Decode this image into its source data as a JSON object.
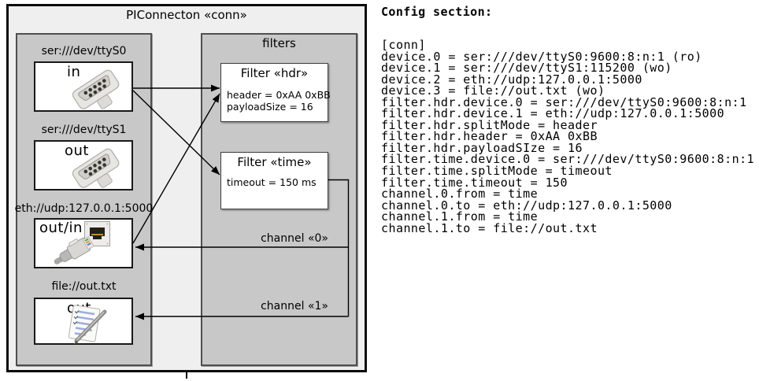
{
  "diagram": {
    "title": "PIConnecton «conn»",
    "filters_panel_label": "filters",
    "devices": [
      {
        "uri": "ser:///dev/ttyS0",
        "direction": "in"
      },
      {
        "uri": "ser:///dev/ttyS1",
        "direction": "out"
      },
      {
        "uri": "eth://udp:127.0.0.1:5000",
        "direction": "out/in"
      },
      {
        "uri": "file://out.txt",
        "direction": "out"
      }
    ],
    "filters": [
      {
        "title": "Filter «hdr»",
        "prop1": "header = 0xAA 0xBB",
        "prop2": "payloadSize = 16"
      },
      {
        "title": "Filter «time»",
        "prop1": "timeout = 150 ms"
      }
    ],
    "channels": [
      {
        "label": "channel «0»"
      },
      {
        "label": "channel «1»"
      }
    ],
    "colors": {
      "frame_fill": "#efefef",
      "panel_fill": "#c8c8c8",
      "box_fill": "#ffffff",
      "line": "#000000"
    }
  },
  "config": {
    "heading": "Config section:",
    "lines": [
      "[conn]",
      "device.0 = ser:///dev/ttyS0:9600:8:n:1 (ro)",
      "device.1 = ser:///dev/ttyS1:115200 (wo)",
      "device.2 = eth://udp:127.0.0.1:5000",
      "device.3 = file://out.txt (wo)",
      "filter.hdr.device.0 = ser:///dev/ttyS0:9600:8:n:1",
      "filter.hdr.device.1 = eth://udp:127.0.0.1:5000",
      "filter.hdr.splitMode = header",
      "filter.hdr.header = 0xAA 0xBB",
      "filter.hdr.payloadSIze = 16",
      "filter.time.device.0 = ser:///dev/ttyS0:9600:8:n:1",
      "filter.time.splitMode = timeout",
      "filter.time.timeout = 150",
      "channel.0.from = time",
      "channel.0.to = eth://udp:127.0.0.1:5000",
      "channel.1.from = time",
      "channel.1.to = file://out.txt"
    ]
  }
}
